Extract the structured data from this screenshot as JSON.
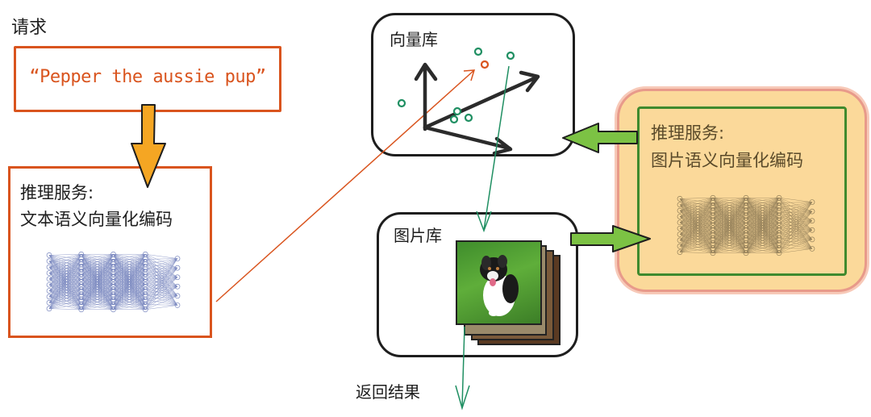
{
  "request": {
    "label": "请求",
    "query": "“Pepper the aussie pup”"
  },
  "text_encoder": {
    "title_line1": "推理服务:",
    "title_line2": "文本语义向量化编码"
  },
  "vector_db": {
    "title": "向量库"
  },
  "image_db": {
    "title": "图片库"
  },
  "image_encoder": {
    "title_line1": "推理服务:",
    "title_line2": "图片语义向量化编码"
  },
  "result": {
    "label": "返回结果"
  },
  "colors": {
    "orange": "#d9541e",
    "green": "#3f8a2e",
    "teal": "#1f8f62",
    "dark": "#1e1e1e",
    "highlight": "#fbd99a"
  }
}
